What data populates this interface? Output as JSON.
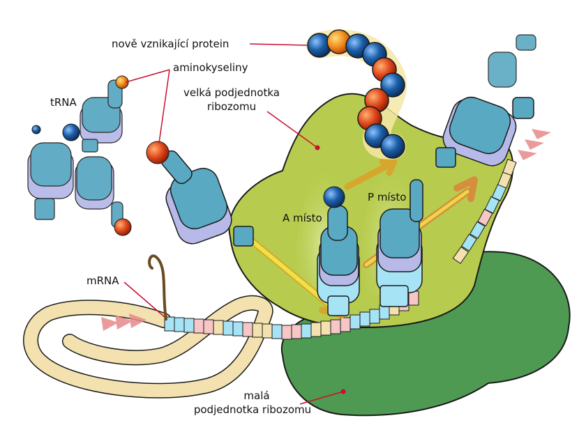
{
  "labels": {
    "protein": "nově vznikající protein",
    "amino": "aminokyseliny",
    "trna": "tRNA",
    "large1": "velká podjednotka",
    "large2": "ribozomu",
    "a_site": "A místo",
    "p_site": "P místo",
    "mrna": "mRNA",
    "small1": "malá",
    "small2": "podjednotka ribozomu"
  },
  "colors": {
    "large_subunit": "#b7cc4e",
    "small_subunit": "#4f9a52",
    "trna": "#5aa9c2",
    "leader": "#c8102e",
    "amino_orange": "#f08a1c",
    "amino_blue": "#1c5fa8",
    "arrow": "#f2e84a",
    "mrna_backbone": "#f3e2b0"
  },
  "icons": {
    "protein_chain": "bead-chain-icon",
    "trna": "trna-icon",
    "direction": "triangle-arrow-icon"
  }
}
